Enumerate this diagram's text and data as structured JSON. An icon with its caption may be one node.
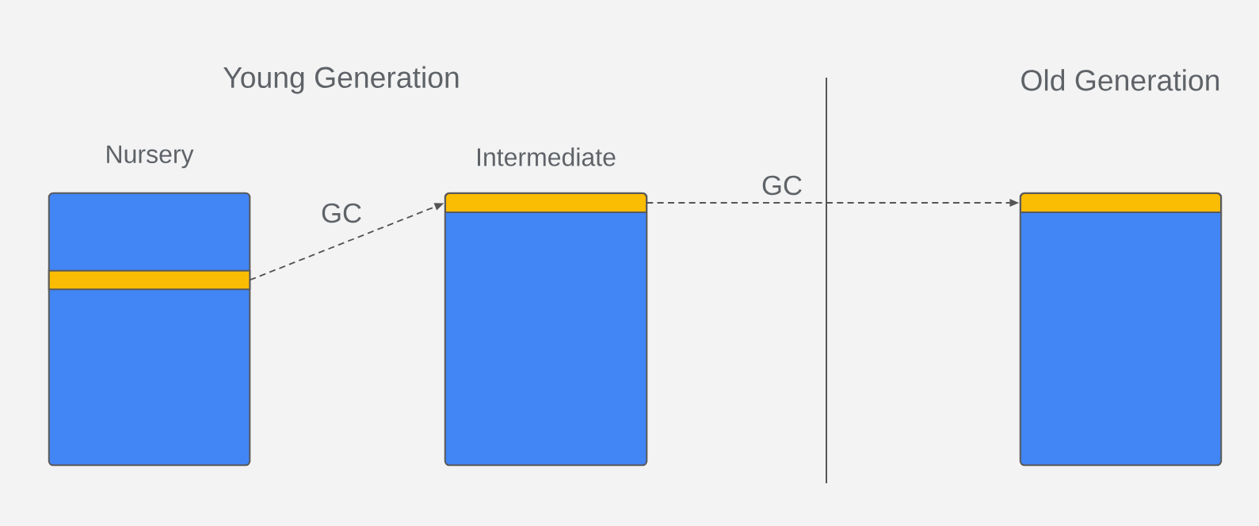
{
  "diagram": {
    "nodes": [
      {
        "text": [
          "Nursery"
        ]
      },
      {
        "text": [],
        "shape": "bar",
        "in": 0
      },
      {
        "text": [
          "Intermediate"
        ]
      },
      {
        "text": [],
        "shape": "bar",
        "in": 2
      },
      {
        "text": [],
        "shape": "box"
      },
      {
        "text": [],
        "shape": "bar",
        "in": 4
      }
    ],
    "edges": [
      {
        "from": 1,
        "to": 3,
        "arrow": "to",
        "label": "GC",
        "style": "dashed"
      },
      {
        "from": 3,
        "to": 5,
        "arrow": "to",
        "label": "GC",
        "style": "dashed"
      }
    ],
    "labels": [
      "Young Generation",
      "Old Generation"
    ]
  }
}
